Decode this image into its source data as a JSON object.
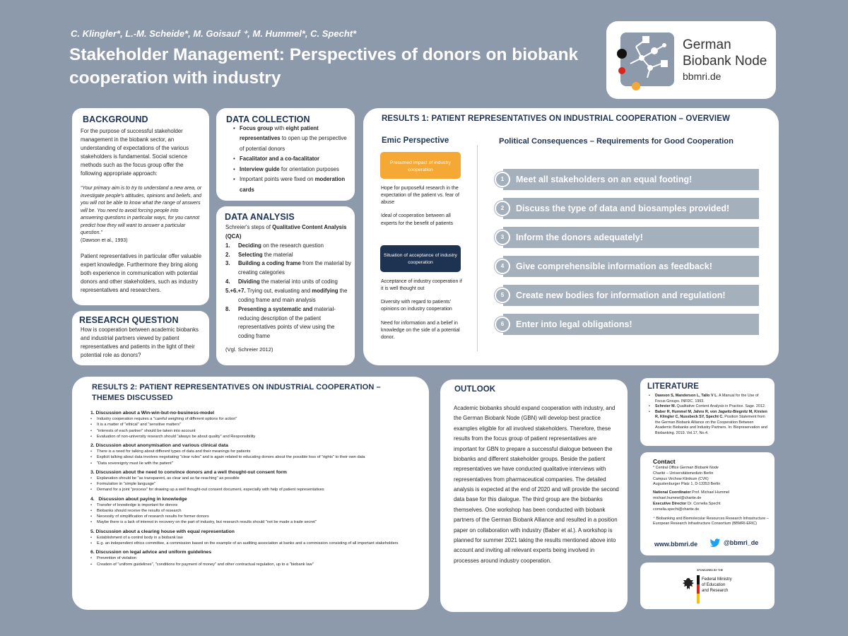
{
  "header": {
    "authors": "C. Klingler*, L.-M. Scheide*, M. Goisauf ⁺, M. Hummel*, C. Specht*",
    "title": "Stakeholder Management: Perspectives of donors on biobank cooperation with industry"
  },
  "logo": {
    "line1": "German",
    "line2": "Biobank Node",
    "url": "bbmri.de"
  },
  "background": {
    "heading": "BACKGROUND",
    "p1": "For the purpose of successful stakeholder management in the biobank sector, an understanding of expectations of the various stakeholders is fundamental. Social science methods such as the focus group offer the following appropriate approach:",
    "quote": "“Your primary aim is to try to understand a new area, or investigate people's attitudes, opinions and beliefs, and you will not be able to know what the range of answers will be. You need to avoid forcing people into answering questions in particular ways, for you cannot predict how they will want to answer a particular question.”",
    "cite": "(Dawson et al., 1993)",
    "p2": "Patient representatives in particular offer valuable expert knowledge. Furthermore they bring along both experience in communication with potential donors and other stakeholders, such as industry representatives and researchers."
  },
  "research_question": {
    "heading": "RESEARCH QUESTION",
    "text": "How is cooperation between academic biobanks and industrial partners viewed by patient representatives and patients in the light of their potential role as donors?"
  },
  "data_collection": {
    "heading": "DATA COLLECTION",
    "i1a": "Focus group",
    "i1b": " with ",
    "i1c": "eight patient representatives",
    "i1d": " to open up the perspective of potential donors",
    "i2": "Facalitator and a co-facalitator",
    "i3a": "Interview guide",
    "i3b": " for orientation purposes",
    "i4a": "Important points were fixed on ",
    "i4b": "moderation cards"
  },
  "data_analysis": {
    "heading": "DATA ANALYSIS",
    "introa": "Schreier's steps of ",
    "introb": "Qualitative Content Analysis (QCA)",
    "s1n": "1.",
    "s1a": "Deciding",
    "s1b": " on the research question",
    "s2n": "2.",
    "s2a": "Selecting",
    "s2b": " the material",
    "s3n": "3.",
    "s3a": "Building a coding frame",
    "s3b": " from the material by creating categories",
    "s4n": "4.",
    "s4a": "Dividing",
    "s4b": " the material into units of coding",
    "s5n": "5.+6.+7.",
    "s5a": "Trying out, evaluating and ",
    "s5b": "modifying",
    "s5c": " the coding frame and main analysis",
    "s8n": "8.",
    "s8a": "Presenting a systematic and",
    "s8b": " material-reducing description of the patient representatives points of view using the coding frame",
    "cite": "(Vgl. Schreier 2012)"
  },
  "results1": {
    "heading": "RESULTS 1: PATIENT REPRESENTATIVES ON INDUSTRIAL COOPERATION – OVERVIEW",
    "emic_heading": "Emic Perspective",
    "political_heading": "Political Consequences – Requirements for Good Cooperation",
    "box1": "Presumed impact  of industry cooperation",
    "box1_t1": "Hope for purposeful research in the expectation of the patient vs. fear of abuse",
    "box1_t2": "Ideal of cooperation between all experts for the benefit of patients",
    "box2": "Situation of acceptance of industry cooperation",
    "box2_t1": "Acceptance of industry cooperation if it is well thought out",
    "box2_t2": "Diversity with regard to patients' opinions on industry cooperation",
    "box2_t3": "Need for information and a belief in knowledge on the side of a potential donor.",
    "colors": {
      "orange": "#f5a833",
      "navy": "#1e3352",
      "pill": "#a5b0bd"
    },
    "requirements": [
      {
        "num": "1",
        "label": "Meet all stakeholders on an equal footing!"
      },
      {
        "num": "2",
        "label": "Discuss the type of data and biosamples provided!"
      },
      {
        "num": "3",
        "label": "Inform the donors adequately!"
      },
      {
        "num": "4",
        "label": "Give comprehensible information as feedback!"
      },
      {
        "num": "5",
        "label": "Create new bodies for information and regulation!"
      },
      {
        "num": "6",
        "label": "Enter into legal obligations!"
      }
    ]
  },
  "results2": {
    "heading": "RESULTS 2: PATIENT REPRESENTATIVES ON INDUSTRIAL COOPERATION –",
    "heading2": "THEMES DISCUSSED",
    "themes": [
      {
        "title": "1. Discussion about a Win-win-but-no-business-model",
        "items": [
          "Industry cooperation requires a \"careful weighing of different options for action\"",
          "It is a matter of \"ethical\" and \"sensitive matters\"",
          "\"interests of each partner\" should be taken into account",
          "Evaluation of non-university research should \"always be about quality\" and Responsibility"
        ]
      },
      {
        "title": "2. Discussion about anonymisation and various clinical data",
        "items": [
          "There is a need for talking about different types of data and their meanings for patients",
          "Explicit talking about data involves negotiating \"clear rules\" and is again related to educating donors about the possible loss of \"rights\" to their own data",
          "\"Data sovereignty must lie with the patient\""
        ]
      },
      {
        "title": "3. Discussion about the need to convince donors and a well thought-out consent form",
        "items": [
          "Explanation should be \"as transparent, as clear and as far-reaching\" as possible",
          "Formulation in \"simple language\"",
          "Demand for a joint \"process\" for drawing up a well thought-out consent document, especially with help of patient representatives"
        ]
      },
      {
        "title": "4.   Discussion about paying in knowledge",
        "items": [
          "Transfer of knowledge is important for donors",
          "Biobanks should receive the results of research",
          "Necessity of simplification of research results for former donors",
          "Maybe there is a lack of interest in recovery on the part of industry, but research results should \"not be made a trade secret\""
        ]
      },
      {
        "title": "5. Discussion about a clearing house with equal representation",
        "items": [
          "Establishment of a control body in a biobank law",
          "E.g. an independent ethics committee, a commission based on the example of an auditing association at banks and a commission consisting of all important stakeholders"
        ]
      },
      {
        "title": "6. Discussion on legal advice and uniform guidelines",
        "items": [
          "Prevention of violation",
          "Creation of \"uniform guidelines\", \"conditions for payment of money\" and other contractual regulation, up to a \"biobank law\""
        ]
      }
    ]
  },
  "outlook": {
    "heading": "OUTLOOK",
    "text": "Academic biobanks should expand cooperation with industry, and the German Biobank Node (GBN) will develop best practice examples eligible for all involved stakeholders. Therefore, these results from the focus group of patient representatives are important for GBN to prepare a successful dialogue between the biobanks and different stakeholder groups. Beside the patient representatives we have conducted qualitative interviews with representatives from pharmaceutical companies. The detailed analysis is expected at the end of 2020 and will provide the second data base for this dialogue. The third group are the biobanks themselves. One workshop has been conducted with biobank partners of the German Biobank Alliance and resulted in a position paper on collaboration with industry (Baber et al.). A workshop is planned for summer 2021 taking the results mentioned above into account and inviting all relevant experts being involved in processes around industry cooperation."
  },
  "literature": {
    "heading": "LITERATURE",
    "r1a": "Dawson S, Manderson L, Tallo V L",
    "r1b": ". A Manual for the Use of Focus Groups. INFDC. 1993.",
    "r2a": "Schreier M.",
    "r2b": " Qualitative Content Analysis in Practice. Sage. 2012.",
    "r3a": "Baber R, Hummel M, Jahns R, von Jagwitz-Biegnitz M, Kirsten R, Klingler C, Nussbeck SY, Specht C.",
    "r3b": " Position Statement from the German Biobank Alliance on the Cooperation Between Academic Biobanks and Industry Partners. In: Biopreservation and Biobanking. 2019. Vol.17, No.4."
  },
  "contact": {
    "heading": "Contact",
    "l1a": "* Central Office ",
    "l1b": "German Biobank Node",
    "l2": "Charité – Universitätsmedizin Berlin",
    "l3": "Campus Virchow Klinikum (CVK)",
    "l4": "Augustenburger Platz 1, D-13353 Berlin",
    "nc_label": "National Coordinator",
    "nc_name": " Prof. Michael Hummel",
    "nc_mail": "michael.hummel@charite.de",
    "ed_label": "Executive Director",
    "ed_name": " Dr. Cornelia Specht",
    "ed_mail": "cornelia.specht@charite.de",
    "bb": "⁺ Biobanking and Biomolecular Resources Research Infrastructure – European Research Infrastructure Consortium (BBMRI-ERIC)",
    "web": "www.bbmri.de",
    "twitter": "@bbmri_de"
  },
  "sponsor": {
    "label": "SPONSORED BY THE",
    "l1": "Federal Ministry",
    "l2": "of Education",
    "l3": "and Research"
  }
}
